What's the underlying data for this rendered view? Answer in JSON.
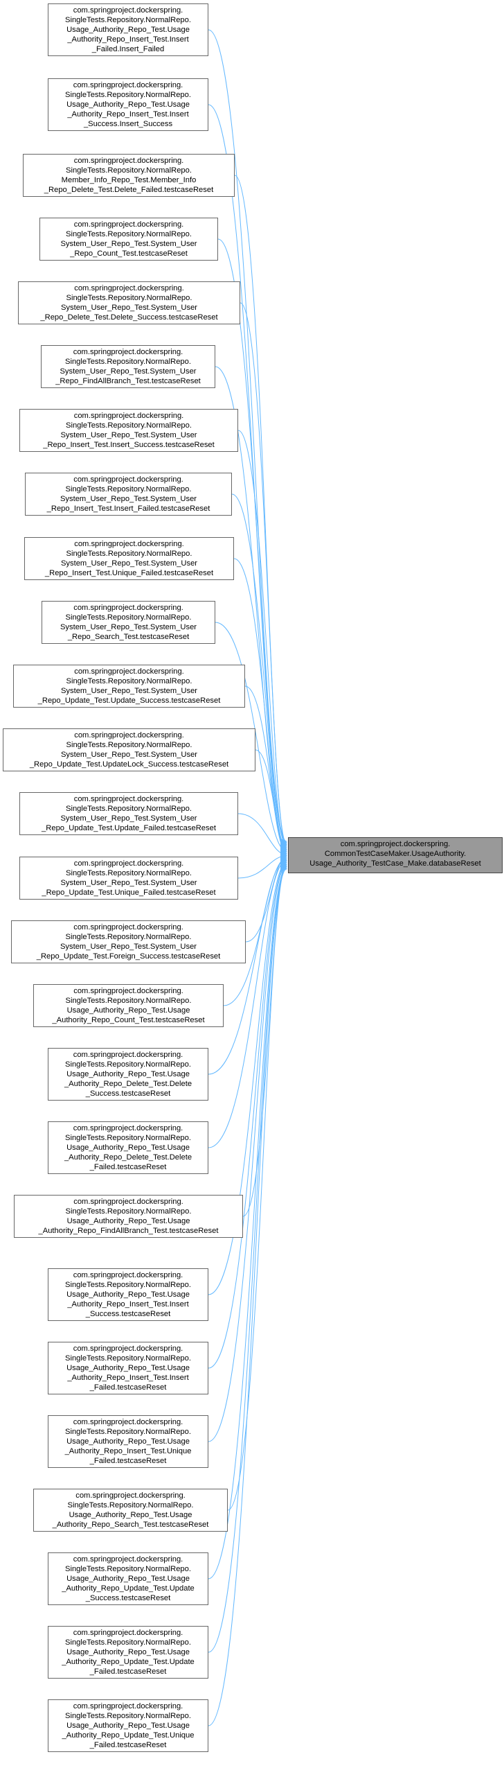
{
  "target": {
    "lines": [
      "com.springproject.dockerspring.",
      "CommonTestCaseMaker.UsageAuthority.",
      "Usage_Authority_TestCase_Make.databaseReset"
    ]
  },
  "edge_color": "#63b8ff",
  "nodes": [
    {
      "lines": [
        "com.springproject.dockerspring.",
        "SingleTests.Repository.NormalRepo.",
        "Usage_Authority_Repo_Test.Usage",
        "_Authority_Repo_Insert_Test.Insert",
        "_Failed.Insert_Failed"
      ]
    },
    {
      "lines": [
        "com.springproject.dockerspring.",
        "SingleTests.Repository.NormalRepo.",
        "Usage_Authority_Repo_Test.Usage",
        "_Authority_Repo_Insert_Test.Insert",
        "_Success.Insert_Success"
      ]
    },
    {
      "lines": [
        "com.springproject.dockerspring.",
        "SingleTests.Repository.NormalRepo.",
        "Member_Info_Repo_Test.Member_Info",
        "_Repo_Delete_Test.Delete_Failed.testcaseReset"
      ]
    },
    {
      "lines": [
        "com.springproject.dockerspring.",
        "SingleTests.Repository.NormalRepo.",
        "System_User_Repo_Test.System_User",
        "_Repo_Count_Test.testcaseReset"
      ]
    },
    {
      "lines": [
        "com.springproject.dockerspring.",
        "SingleTests.Repository.NormalRepo.",
        "System_User_Repo_Test.System_User",
        "_Repo_Delete_Test.Delete_Success.testcaseReset"
      ]
    },
    {
      "lines": [
        "com.springproject.dockerspring.",
        "SingleTests.Repository.NormalRepo.",
        "System_User_Repo_Test.System_User",
        "_Repo_FindAllBranch_Test.testcaseReset"
      ]
    },
    {
      "lines": [
        "com.springproject.dockerspring.",
        "SingleTests.Repository.NormalRepo.",
        "System_User_Repo_Test.System_User",
        "_Repo_Insert_Test.Insert_Success.testcaseReset"
      ]
    },
    {
      "lines": [
        "com.springproject.dockerspring.",
        "SingleTests.Repository.NormalRepo.",
        "System_User_Repo_Test.System_User",
        "_Repo_Insert_Test.Insert_Failed.testcaseReset"
      ]
    },
    {
      "lines": [
        "com.springproject.dockerspring.",
        "SingleTests.Repository.NormalRepo.",
        "System_User_Repo_Test.System_User",
        "_Repo_Insert_Test.Unique_Failed.testcaseReset"
      ]
    },
    {
      "lines": [
        "com.springproject.dockerspring.",
        "SingleTests.Repository.NormalRepo.",
        "System_User_Repo_Test.System_User",
        "_Repo_Search_Test.testcaseReset"
      ]
    },
    {
      "lines": [
        "com.springproject.dockerspring.",
        "SingleTests.Repository.NormalRepo.",
        "System_User_Repo_Test.System_User",
        "_Repo_Update_Test.Update_Success.testcaseReset"
      ]
    },
    {
      "lines": [
        "com.springproject.dockerspring.",
        "SingleTests.Repository.NormalRepo.",
        "System_User_Repo_Test.System_User",
        "_Repo_Update_Test.UpdateLock_Success.testcaseReset"
      ]
    },
    {
      "lines": [
        "com.springproject.dockerspring.",
        "SingleTests.Repository.NormalRepo.",
        "System_User_Repo_Test.System_User",
        "_Repo_Update_Test.Update_Failed.testcaseReset"
      ]
    },
    {
      "lines": [
        "com.springproject.dockerspring.",
        "SingleTests.Repository.NormalRepo.",
        "System_User_Repo_Test.System_User",
        "_Repo_Update_Test.Unique_Failed.testcaseReset"
      ]
    },
    {
      "lines": [
        "com.springproject.dockerspring.",
        "SingleTests.Repository.NormalRepo.",
        "System_User_Repo_Test.System_User",
        "_Repo_Update_Test.Foreign_Success.testcaseReset"
      ]
    },
    {
      "lines": [
        "com.springproject.dockerspring.",
        "SingleTests.Repository.NormalRepo.",
        "Usage_Authority_Repo_Test.Usage",
        "_Authority_Repo_Count_Test.testcaseReset"
      ]
    },
    {
      "lines": [
        "com.springproject.dockerspring.",
        "SingleTests.Repository.NormalRepo.",
        "Usage_Authority_Repo_Test.Usage",
        "_Authority_Repo_Delete_Test.Delete",
        "_Success.testcaseReset"
      ]
    },
    {
      "lines": [
        "com.springproject.dockerspring.",
        "SingleTests.Repository.NormalRepo.",
        "Usage_Authority_Repo_Test.Usage",
        "_Authority_Repo_Delete_Test.Delete",
        "_Failed.testcaseReset"
      ]
    },
    {
      "lines": [
        "com.springproject.dockerspring.",
        "SingleTests.Repository.NormalRepo.",
        "Usage_Authority_Repo_Test.Usage",
        "_Authority_Repo_FindAllBranch_Test.testcaseReset"
      ]
    },
    {
      "lines": [
        "com.springproject.dockerspring.",
        "SingleTests.Repository.NormalRepo.",
        "Usage_Authority_Repo_Test.Usage",
        "_Authority_Repo_Insert_Test.Insert",
        "_Success.testcaseReset"
      ]
    },
    {
      "lines": [
        "com.springproject.dockerspring.",
        "SingleTests.Repository.NormalRepo.",
        "Usage_Authority_Repo_Test.Usage",
        "_Authority_Repo_Insert_Test.Insert",
        "_Failed.testcaseReset"
      ]
    },
    {
      "lines": [
        "com.springproject.dockerspring.",
        "SingleTests.Repository.NormalRepo.",
        "Usage_Authority_Repo_Test.Usage",
        "_Authority_Repo_Insert_Test.Unique",
        "_Failed.testcaseReset"
      ]
    },
    {
      "lines": [
        "com.springproject.dockerspring.",
        "SingleTests.Repository.NormalRepo.",
        "Usage_Authority_Repo_Test.Usage",
        "_Authority_Repo_Search_Test.testcaseReset"
      ]
    },
    {
      "lines": [
        "com.springproject.dockerspring.",
        "SingleTests.Repository.NormalRepo.",
        "Usage_Authority_Repo_Test.Usage",
        "_Authority_Repo_Update_Test.Update",
        "_Success.testcaseReset"
      ]
    },
    {
      "lines": [
        "com.springproject.dockerspring.",
        "SingleTests.Repository.NormalRepo.",
        "Usage_Authority_Repo_Test.Usage",
        "_Authority_Repo_Update_Test.Update",
        "_Failed.testcaseReset"
      ]
    },
    {
      "lines": [
        "com.springproject.dockerspring.",
        "SingleTests.Repository.NormalRepo.",
        "Usage_Authority_Repo_Test.Usage",
        "_Authority_Repo_Update_Test.Unique",
        "_Failed.testcaseReset"
      ]
    }
  ]
}
